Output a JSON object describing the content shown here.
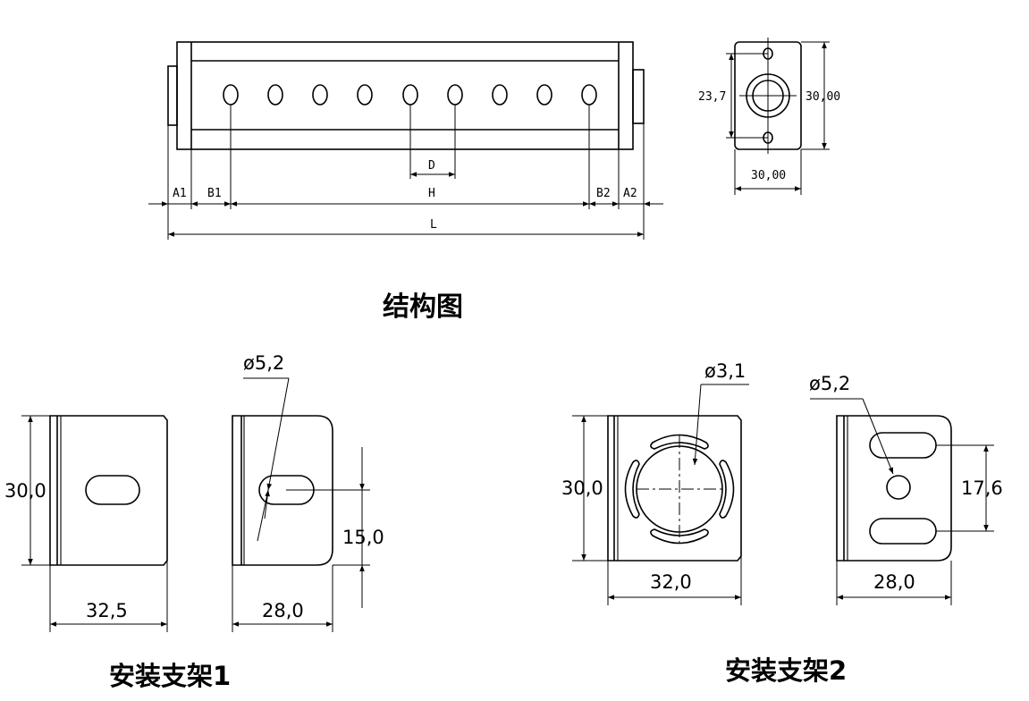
{
  "structure": {
    "labels": {
      "a1": "A1",
      "b1": "B1",
      "d": "D",
      "h": "H",
      "b2": "B2",
      "a2": "A2",
      "l": "L"
    },
    "end_view": {
      "height_inner": "23,7",
      "height": "30,00",
      "width": "30,00"
    },
    "caption": "结构图"
  },
  "bracket1": {
    "hole_dia": "ø5,2",
    "height": "30,0",
    "width_front": "32,5",
    "width_side": "28,0",
    "slot_offset": "15,0",
    "caption": "安装支架1"
  },
  "bracket2": {
    "hole_small": "ø3,1",
    "hole_big": "ø5,2",
    "height": "30,0",
    "width_front": "32,0",
    "width_side": "28,0",
    "slot_pitch": "17,6",
    "caption": "安装支架2"
  }
}
